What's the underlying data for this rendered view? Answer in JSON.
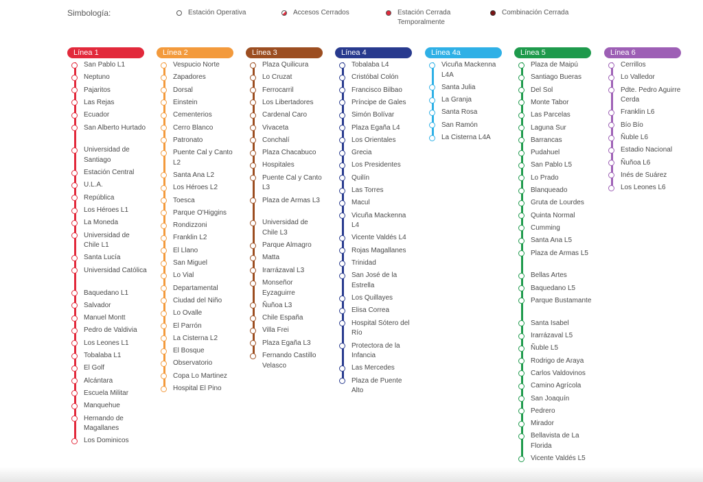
{
  "legend": {
    "title": "Simbología:",
    "items": [
      {
        "label": "Estación Operativa",
        "icon": "open-circle-icon"
      },
      {
        "label": "Accesos Cerrados",
        "icon": "half-filled-circle-icon",
        "color": "#e2293b"
      },
      {
        "label": "Estación Cerrada Temporalmente",
        "icon": "filled-circle-icon",
        "color": "#e2293b"
      },
      {
        "label": "Combinación Cerrada",
        "icon": "dark-filled-circle-icon",
        "color": "#5a1616"
      }
    ]
  },
  "lines": [
    {
      "name": "Línea 1",
      "color": "#e2293b",
      "stations": [
        "San Pablo L1",
        "Neptuno",
        "Pajaritos",
        "Las Rejas",
        "Ecuador",
        "San Alberto Hurtado",
        "Universidad de Santiago",
        "Estación Central",
        "U.L.A.",
        "República",
        "Los Héroes L1",
        "La Moneda",
        "Universidad de Chile L1",
        "Santa Lucía",
        "Universidad Católica",
        "Baquedano L1",
        "Salvador",
        "Manuel Montt",
        "Pedro de Valdivia",
        "Los Leones L1",
        "Tobalaba L1",
        "El Golf",
        "Alcántara",
        "Escuela Militar",
        "Manquehue",
        "Hernando de Magallanes",
        "Los Dominicos"
      ]
    },
    {
      "name": "Línea 2",
      "color": "#f39a3c",
      "stations": [
        "Vespucio Norte",
        "Zapadores",
        "Dorsal",
        "Einstein",
        "Cementerios",
        "Cerro Blanco",
        "Patronato",
        "Puente Cal y Canto L2",
        "Santa Ana L2",
        "Los Héroes L2",
        "Toesca",
        "Parque O'Higgins",
        "Rondizzoni",
        "Franklin L2",
        "El Llano",
        "San Miguel",
        "Lo Vial",
        "Departamental",
        "Ciudad del Niño",
        "Lo Ovalle",
        "El Parrón",
        "La Cisterna L2",
        "El Bosque",
        "Observatorio",
        "Copa Lo Martinez",
        "Hospital El Pino"
      ]
    },
    {
      "name": "Línea 3",
      "color": "#9c4e21",
      "stations": [
        "Plaza Quilicura",
        "Lo Cruzat",
        "Ferrocarril",
        "Los Libertadores",
        "Cardenal Caro",
        "Vivaceta",
        "Conchalí",
        "Plaza Chacabuco",
        "Hospitales",
        "Puente Cal y Canto L3",
        "Plaza de Armas L3",
        "Universidad de Chile L3",
        "Parque Almagro",
        "Matta",
        "Irarrázaval L3",
        "Monseñor Eyzaguirre",
        "Ñuñoa L3",
        "Chile España",
        "Villa Frei",
        "Plaza Egaña L3",
        "Fernando Castillo Velasco"
      ]
    },
    {
      "name": "Línea 4",
      "color": "#283a8e",
      "stations": [
        "Tobalaba L4",
        "Cristóbal Colón",
        "Francisco Bilbao",
        "Príncipe de Gales",
        "Simón Bolívar",
        "Plaza Egaña L4",
        "Los Orientales",
        "Grecia",
        "Los Presidentes",
        "Quilín",
        "Las Torres",
        "Macul",
        "Vicuña Mackenna L4",
        "Vicente Valdés L4",
        "Rojas Magallanes",
        "Trinidad",
        "San José de la Estrella",
        "Los Quillayes",
        "Elisa Correa",
        "Hospital Sótero del Río",
        "Protectora de la Infancia",
        "Las Mercedes",
        "Plaza de Puente Alto"
      ]
    },
    {
      "name": "Línea 4a",
      "color": "#2fb0e6",
      "stations": [
        "Vicuña Mackenna L4A",
        "Santa Julia",
        "La Granja",
        "Santa Rosa",
        "San Ramón",
        "La Cisterna L4A"
      ]
    },
    {
      "name": "Línea 5",
      "color": "#1e9a4c",
      "stations": [
        "Plaza de Maipú",
        "Santiago Bueras",
        "Del Sol",
        "Monte Tabor",
        "Las Parcelas",
        "Laguna Sur",
        "Barrancas",
        "Pudahuel",
        "San Pablo L5",
        "Lo Prado",
        "Blanqueado",
        "Gruta de Lourdes",
        "Quinta Normal",
        "Cumming",
        "Santa Ana L5",
        "Plaza de Armas L5",
        "Bellas Artes",
        "Baquedano L5",
        "Parque Bustamante",
        "Santa Isabel",
        "Irarrázaval L5",
        "Ñuble L5",
        "Rodrigo de Araya",
        "Carlos Valdovinos",
        "Camino Agrícola",
        "San Joaquín",
        "Pedrero",
        "Mirador",
        "Bellavista de La Florida",
        "Vicente Valdés L5"
      ]
    },
    {
      "name": "Línea 6",
      "color": "#9d5fb5",
      "stations": [
        "Cerrillos",
        "Lo Valledor",
        "Pdte. Pedro Aguirre Cerda",
        "Franklin L6",
        "Bío Bío",
        "Ñuble L6",
        "Estadio Nacional",
        "Ñuñoa L6",
        "Inés de Suárez",
        "Los Leones L6"
      ]
    }
  ]
}
